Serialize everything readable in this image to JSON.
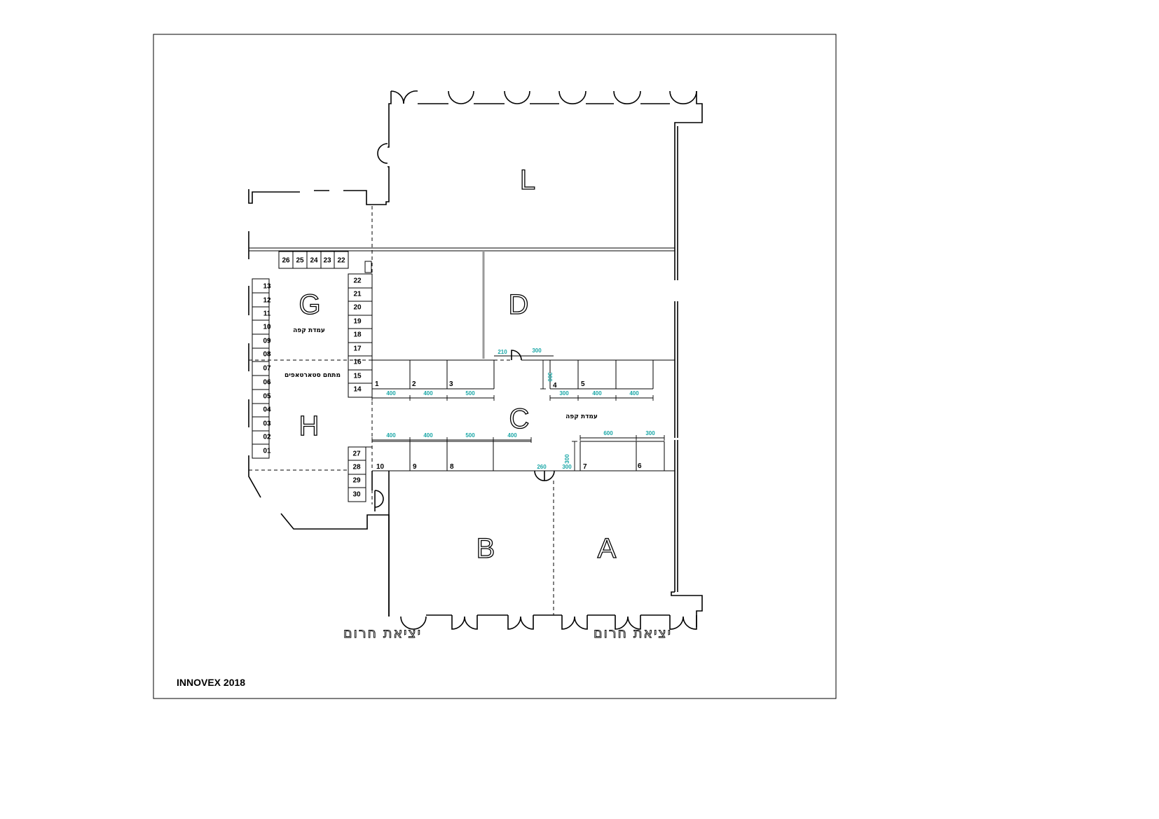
{
  "footer": "INNOVEX 2018",
  "halls": [
    "L",
    "D",
    "G",
    "H",
    "C",
    "B",
    "A"
  ],
  "labels": {
    "coffee": "עמדת קפה",
    "startups": "מתחם סטארטאפים",
    "emergency_exit": "יציאת חרום"
  },
  "booths": {
    "top_row": [
      "26",
      "25",
      "24",
      "23",
      "22"
    ],
    "left_column": [
      "13",
      "12",
      "11",
      "10",
      "09",
      "08",
      "07",
      "06",
      "05",
      "04",
      "03",
      "02",
      "01"
    ],
    "right_column": [
      "22",
      "21",
      "20",
      "19",
      "18",
      "17",
      "16",
      "15",
      "14"
    ],
    "lower_column": [
      "27",
      "28",
      "29",
      "30"
    ],
    "c_top": [
      "1",
      "2",
      "3",
      "4",
      "5"
    ],
    "c_bottom": [
      "10",
      "9",
      "8",
      "7",
      "6"
    ]
  },
  "dimensions": {
    "c_top_left": [
      "400",
      "400",
      "500"
    ],
    "c_top_right": [
      "300",
      "400",
      "400"
    ],
    "c_bottom_left": [
      "400",
      "400",
      "500",
      "400"
    ],
    "c_bottom_right": [
      "600",
      "300"
    ],
    "door_top": [
      "210",
      "300"
    ],
    "vertical_top": "300",
    "door_bottom": "260",
    "vertical_bottom": "300"
  },
  "colors": {
    "dimension_text": "#1aa7a7",
    "line": "#000000"
  }
}
